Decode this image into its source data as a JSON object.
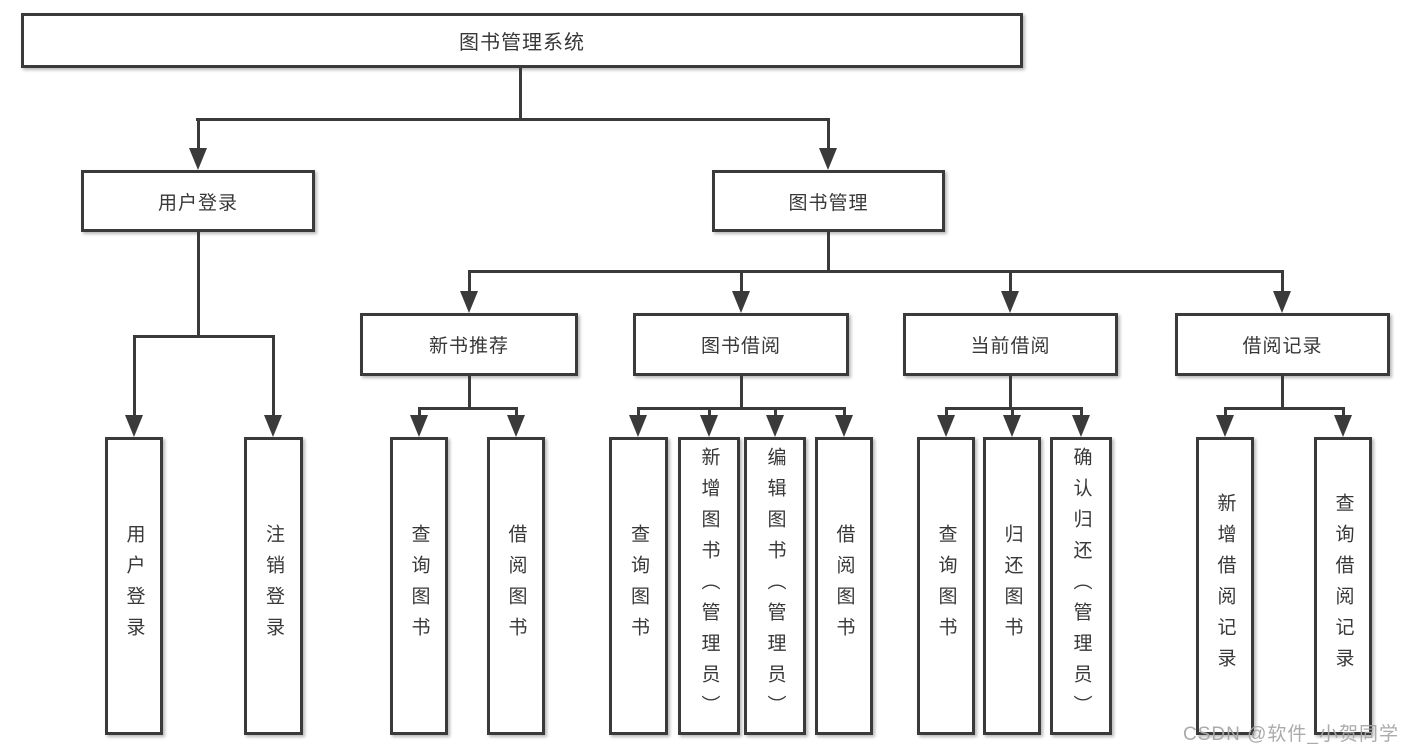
{
  "diagram": {
    "title": "图书管理系统",
    "branches": [
      {
        "label": "用户登录",
        "children": [
          {
            "label": "用户登录"
          },
          {
            "label": "注销登录"
          }
        ]
      },
      {
        "label": "图书管理",
        "children": [
          {
            "label": "新书推荐",
            "children": [
              {
                "label": "查询图书"
              },
              {
                "label": "借阅图书"
              }
            ]
          },
          {
            "label": "图书借阅",
            "children": [
              {
                "label": "查询图书"
              },
              {
                "label": "新增图书（管理员）"
              },
              {
                "label": "编辑图书（管理员）"
              },
              {
                "label": "借阅图书"
              }
            ]
          },
          {
            "label": "当前借阅",
            "children": [
              {
                "label": "查询图书"
              },
              {
                "label": "归还图书"
              },
              {
                "label": "确认归还（管理员）"
              }
            ]
          },
          {
            "label": "借阅记录",
            "children": [
              {
                "label": "新增借阅记录"
              },
              {
                "label": "查询借阅记录"
              }
            ]
          }
        ]
      }
    ]
  },
  "watermark": {
    "text": "CSDN @软件_小贺同学"
  },
  "colors": {
    "line": "#3a3a3a",
    "text": "#383838",
    "background": "#ffffff",
    "watermark": "#a6a6a6"
  }
}
